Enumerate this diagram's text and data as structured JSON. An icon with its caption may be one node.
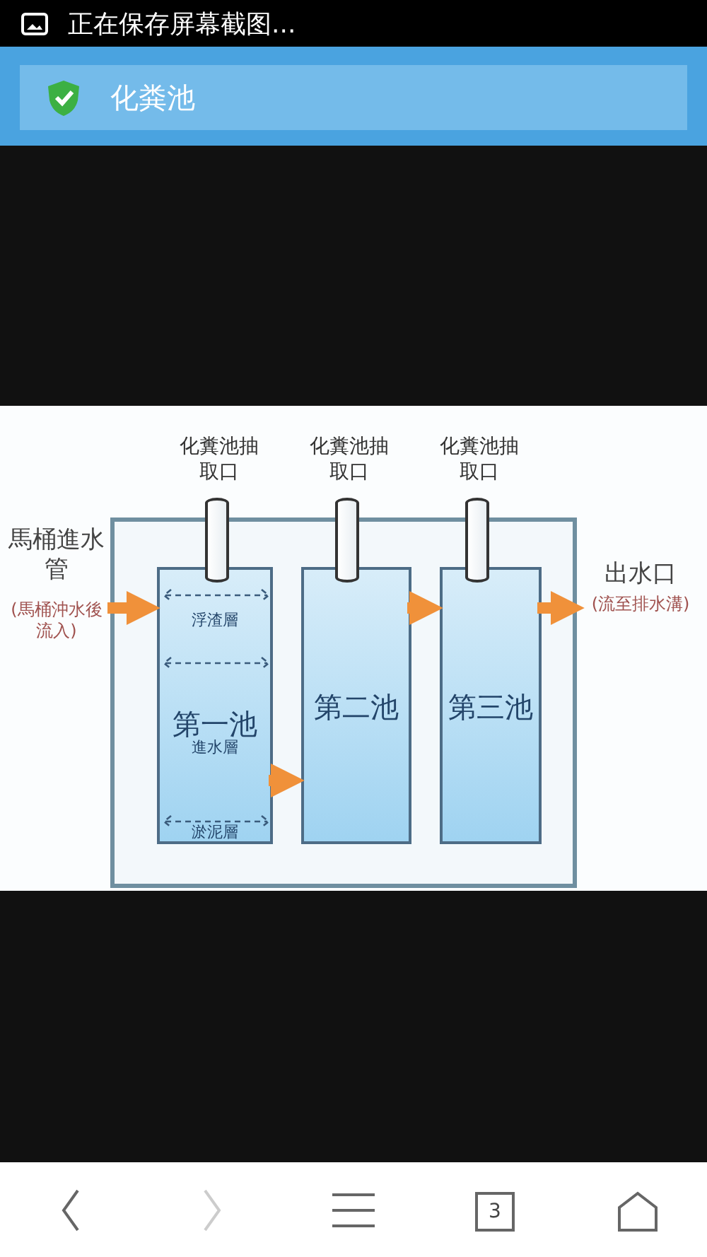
{
  "diagram": {
    "nodes": [
      {
        "text": [],
        "shape": "cylinder",
        "beside": [
          "化糞池抽取口"
        ]
      },
      {
        "text": [],
        "shape": "cylinder",
        "beside": [
          "化糞池抽取口"
        ]
      },
      {
        "text": [],
        "shape": "cylinder",
        "beside": [
          "化糞池抽取口"
        ]
      },
      {
        "text": [
          "馬桶進水管",
          "(馬桶沖水後流入)"
        ]
      },
      {
        "text": [],
        "shape": "box"
      },
      {
        "text": [
          "浮渣層",
          "第一池",
          "進水層",
          "淤泥層"
        ],
        "in": 4
      },
      {
        "text": [
          "第二池"
        ],
        "in": 4
      },
      {
        "text": [
          "第三池"
        ],
        "in": 4
      },
      {
        "text": [
          "出水口",
          "(流至排水溝)"
        ]
      }
    ],
    "edges": [
      {
        "from": 3,
        "to": 5,
        "arrow": "to"
      },
      {
        "from": 5,
        "to": 6,
        "arrow": "to"
      },
      {
        "from": 6,
        "to": 7,
        "arrow": "to"
      },
      {
        "from": 7,
        "to": 8,
        "arrow": "to"
      }
    ],
    "labels": [
      "正在保存屏幕截图...",
      "化粪池",
      "3"
    ]
  }
}
